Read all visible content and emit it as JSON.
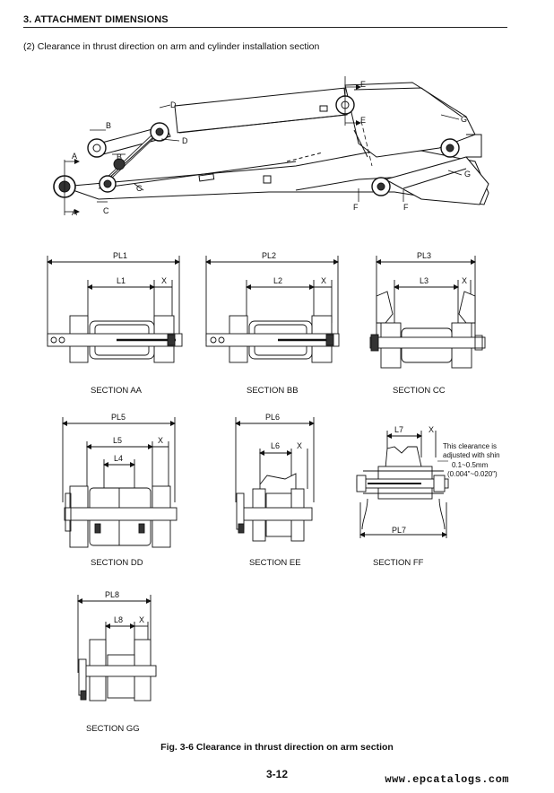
{
  "header": {
    "title": "3. ATTACHMENT DIMENSIONS"
  },
  "subtitle": "(2)  Clearance in thrust direction on arm and cylinder installation section",
  "arm_labels": [
    "A",
    "A",
    "B",
    "B",
    "C",
    "C",
    "D",
    "D",
    "E",
    "E",
    "F",
    "F",
    "G",
    "G"
  ],
  "sections": {
    "aa": {
      "title": "SECTION AA",
      "pl": "PL1",
      "l": "L1",
      "x": "X"
    },
    "bb": {
      "title": "SECTION BB",
      "pl": "PL2",
      "l": "L2",
      "x": "X"
    },
    "cc": {
      "title": "SECTION CC",
      "pl": "PL3",
      "l": "L3",
      "x": "X"
    },
    "dd": {
      "title": "SECTION DD",
      "pl": "PL5",
      "l": "L5",
      "l2": "L4",
      "x": "X"
    },
    "ee": {
      "title": "SECTION EE",
      "pl": "PL6",
      "l": "L6",
      "x": "X"
    },
    "ff": {
      "title": "SECTION FF",
      "pl": "PL7",
      "l": "L7",
      "x": "X",
      "note": [
        "This clearance is",
        "adjusted with shin",
        "0.1~0.5mm",
        "(0.004\"~0.020\")"
      ]
    },
    "gg": {
      "title": "SECTION GG",
      "pl": "PL8",
      "l": "L8",
      "x": "X"
    }
  },
  "caption": "Fig. 3-6 Clearance in thrust direction on arm section",
  "page_number": "3-12",
  "watermark": "www.epcatalogs.com"
}
